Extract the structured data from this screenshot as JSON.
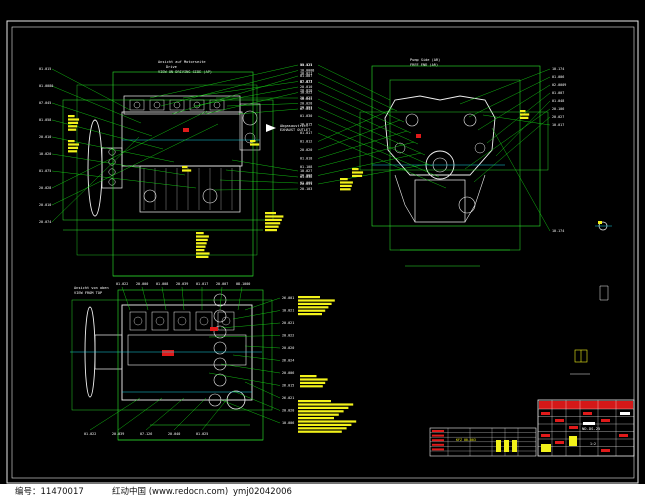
{
  "drawing": {
    "front_view": {
      "title_lines": [
        "Ansicht auf Motorseite",
        "Drive",
        "VIEW ON DRIVING SIDE (AP)"
      ],
      "exhaust_label": [
        "Abgasaustritt",
        "EXHAUST OUTLET"
      ],
      "left_tags": [
        "01.015",
        "01.0080",
        "07.045",
        "01.058",
        "20.010",
        "10.020",
        "01.075",
        "20.028",
        "20.010",
        "20.074"
      ],
      "top_tags": [
        "01.025",
        "10.0008",
        "01.007",
        "01.017",
        "20.010",
        "10.025",
        "20.027",
        "20.028",
        "07.043"
      ],
      "right_tags": [
        "10.027",
        "01.036",
        "01.000",
        "20.103"
      ]
    },
    "side_view": {
      "title_lines": [
        "Pump Side (AR)",
        "FREE END (AR)"
      ],
      "left_tags": [
        "10.111",
        "10.021",
        "07.073",
        "20.020",
        "10.045",
        "20.003",
        "01.030",
        "10.015",
        "01.017",
        "01.012",
        "20.020",
        "01.018",
        "01.108",
        "20.006",
        "20.031"
      ],
      "right_tags": [
        "10.174",
        "01.006",
        "02.0009",
        "01.007",
        "01.048",
        "20.106",
        "20.027",
        "10.017",
        "10.174"
      ]
    },
    "top_view": {
      "title_lines": [
        "Ansicht von oben",
        "VIEW FROM TOP"
      ],
      "top_tags": [
        "01.022",
        "20.000",
        "01.008",
        "20.039",
        "01.017",
        "20.007",
        "08.1000"
      ],
      "right_tags": [
        "26.001",
        "10.021",
        "20.021",
        "20.022",
        "20.020",
        "26.024",
        "20.006",
        "26.015",
        "26.021",
        "20.020",
        "10.006"
      ],
      "bottom_tags": [
        "01.022",
        "20.039",
        "07.126",
        "20.040",
        "01.025"
      ]
    },
    "title_block": {
      "code": "ND-DS-25",
      "table_title": "KFZ 00-003",
      "scale": "1:2"
    },
    "colors": {
      "background": "#000000",
      "frame": "#e8e8e8",
      "geometry": "#f2f2f2",
      "leader": "#17e817",
      "dimension": "#2ce82c",
      "note_fill": "#f2f21a",
      "hatch_red": "#e01a1a",
      "cyan": "#1ad7e8"
    }
  },
  "watermark": {
    "id_text": "编号：11470017",
    "site_text": "红动中国 (www.redocn.com)",
    "user_text": "ymj02042006"
  }
}
